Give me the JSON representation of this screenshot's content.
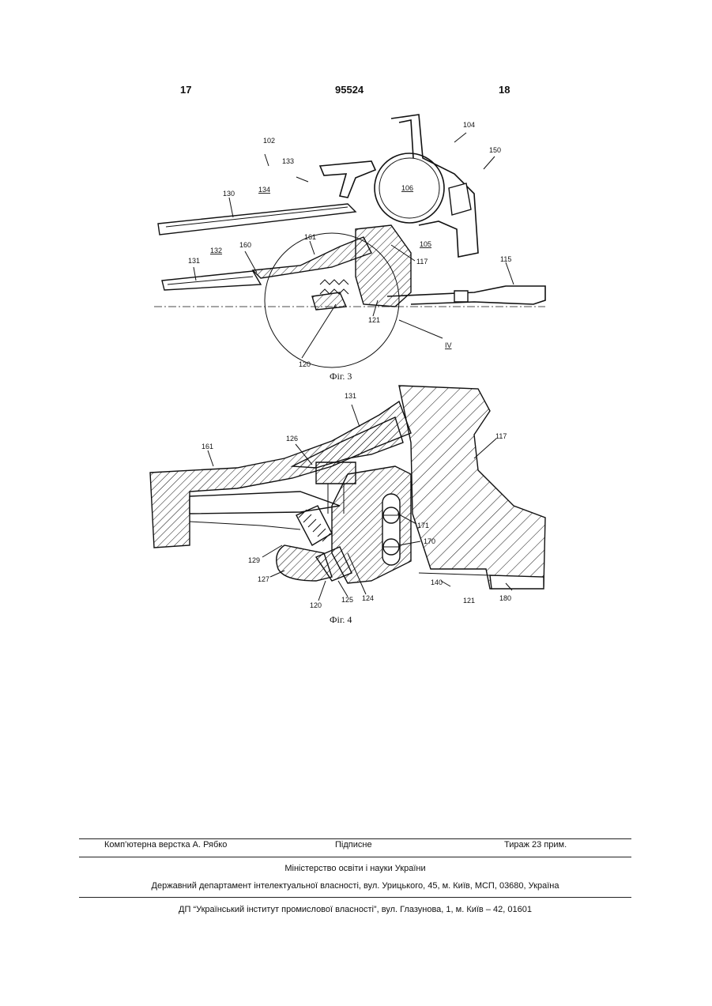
{
  "header": {
    "left_page": "17",
    "patent_number": "95524",
    "right_page": "18"
  },
  "figure3": {
    "caption": "Фіг. 3",
    "labels": [
      "102",
      "133",
      "134",
      "130",
      "132",
      "131",
      "160",
      "161",
      "104",
      "150",
      "106",
      "105",
      "117",
      "115",
      "121",
      "120",
      "IV"
    ]
  },
  "figure4": {
    "caption": "Фіг. 4",
    "labels": [
      "131",
      "161",
      "126",
      "117",
      "171",
      "170",
      "129",
      "127",
      "125",
      "124",
      "120",
      "140",
      "121",
      "180"
    ]
  },
  "footer": {
    "typesetting": "Комп’ютерна верстка А. Рябко",
    "signed": "Підписне",
    "circulation": "Тираж 23 прим.",
    "ministry": "Міністерство освіти і науки України",
    "department": "Державний департамент інтелектуальної власності, вул. Урицького, 45, м. Київ, МСП, 03680, Україна",
    "publisher": "ДП “Український інститут промислової власності”, вул. Глазунова, 1, м. Київ – 42, 01601"
  }
}
